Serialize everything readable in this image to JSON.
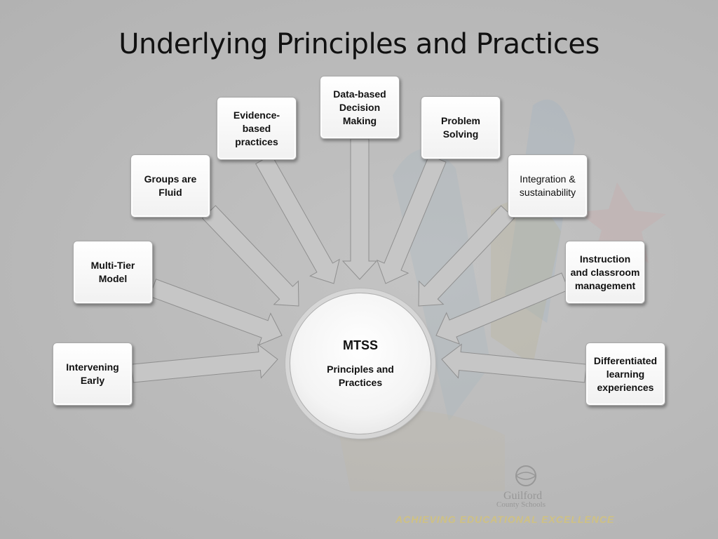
{
  "title": "Underlying Principles and Practices",
  "center": {
    "title": "MTSS",
    "subtitle": "Principles and\nPractices"
  },
  "principles": [
    {
      "id": "intervening-early",
      "label": "Intervening\nEarly",
      "bold": true
    },
    {
      "id": "multi-tier-model",
      "label": "Multi-Tier\nModel",
      "bold": true
    },
    {
      "id": "groups-are-fluid",
      "label": "Groups are\nFluid",
      "bold": true
    },
    {
      "id": "evidence-based-practices",
      "label": "Evidence-\nbased\npractices",
      "bold": true
    },
    {
      "id": "data-based-decision-making",
      "label": "Data-based\nDecision\nMaking",
      "bold": true
    },
    {
      "id": "problem-solving",
      "label": "Problem\nSolving",
      "bold": true
    },
    {
      "id": "integration-sustainability",
      "label": "Integration &\nsustainability",
      "bold": false
    },
    {
      "id": "instruction-classroom-management",
      "label": "Instruction\nand classroom\nmanagement",
      "bold": true
    },
    {
      "id": "differentiated-learning",
      "label": "Differentiated\nlearning\nexperiences",
      "bold": true
    }
  ],
  "logo": {
    "name": "Guilford",
    "subname": "County Schools"
  },
  "footer": "ACHIEVING EDUCATIONAL EXCELLENCE",
  "colors": {
    "arrow_fill": "#c6c6c6",
    "arrow_stroke": "#8f8f8f",
    "footer_text": "#d4c37a"
  }
}
